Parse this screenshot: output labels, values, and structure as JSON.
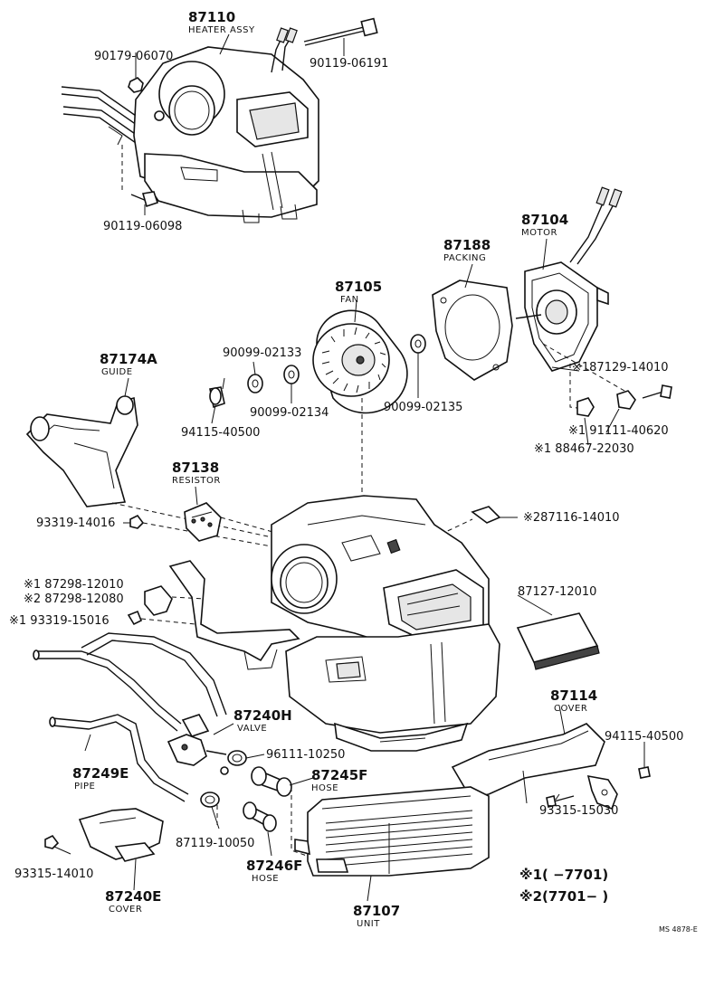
{
  "labels": {
    "heater_assy": {
      "pn": "87110",
      "name": "HEATER ASSY"
    },
    "p90179": "90179-06070",
    "p90119a": "90119-06191",
    "p90119b": "90119-06098",
    "motor": {
      "pn": "87104",
      "name": "MOTOR"
    },
    "packing": {
      "pn": "87188",
      "name": "PACKING"
    },
    "fan": {
      "pn": "87105",
      "name": "FAN"
    },
    "w02133": "90099-02133",
    "w02134": "90099-02134",
    "w02135": "90099-02135",
    "c40500a": "94115-40500",
    "s14010a": "※187129-14010",
    "s40620": "※1 91111-40620",
    "s22030": "※1  88467-22030",
    "guide": {
      "pn": "87174A",
      "name": "GUIDE"
    },
    "resistor": {
      "pn": "87138",
      "name": "RESISTOR"
    },
    "s93319a": "93319-14016",
    "s87116": "※287116-14010",
    "s12010a": "※1 87298-12010",
    "s12080": "※2 87298-12080",
    "s15016": "※1 93319-15016",
    "filter": "87127-12010",
    "valve": {
      "pn": "87240H",
      "name": "VALVE"
    },
    "cover1": {
      "pn": "87114",
      "name": "COVER"
    },
    "c40500b": "94115-40500",
    "clip10250": "96111-10250",
    "pipe": {
      "pn": "87249E",
      "name": "PIPE"
    },
    "hose1": {
      "pn": "87245F",
      "name": "HOSE"
    },
    "clamp": "87119-10050",
    "s15030": "93315-15030",
    "s14010b": "93315-14010",
    "hose2": {
      "pn": "87246F",
      "name": "HOSE"
    },
    "cover2": {
      "pn": "87240E",
      "name": "COVER"
    },
    "unit": {
      "pn": "87107",
      "name": "UNIT"
    },
    "note1": "※1(      −7701)",
    "note2": "※2(7701−         )",
    "code": "MS 4878-E"
  }
}
